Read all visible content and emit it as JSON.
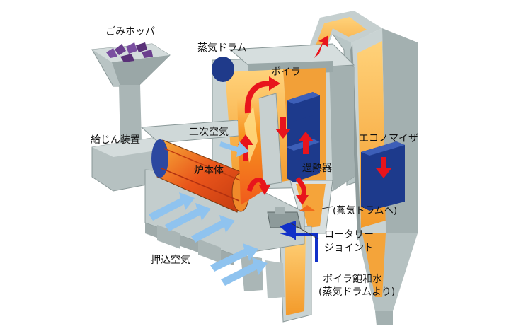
{
  "labels": {
    "hopper": "ごみホッパ",
    "steam_drum": "蒸気ドラム",
    "boiler": "ボイラ",
    "feeder": "給じん装置",
    "secondary_air": "二次空気",
    "furnace_body": "炉本体",
    "superheater": "過熱器",
    "economizer": "エコノマイザ",
    "to_steam_drum": "(蒸気ドラムへ)",
    "rotary_joint_line1": "ロータリー",
    "rotary_joint_line2": "ジョイント",
    "push_air": "押込空気",
    "saturated_water_line1": "ボイラ飽和水",
    "saturated_water_line2": "(蒸気ドラムより)"
  },
  "colors": {
    "metal_light": "#c9d3d3",
    "metal_mid": "#a9b6b6",
    "metal_dark": "#7f8d8f",
    "flue_orange": "#f6a93a",
    "flue_light": "#ffd680",
    "fire": "#f0561c",
    "flow_arrow": "#e8141c",
    "tube_blue": "#1d3a8c",
    "air_arrow": "#8fc3ef",
    "water_arrow": "#1030c8",
    "waste": "#6b3f8e"
  }
}
